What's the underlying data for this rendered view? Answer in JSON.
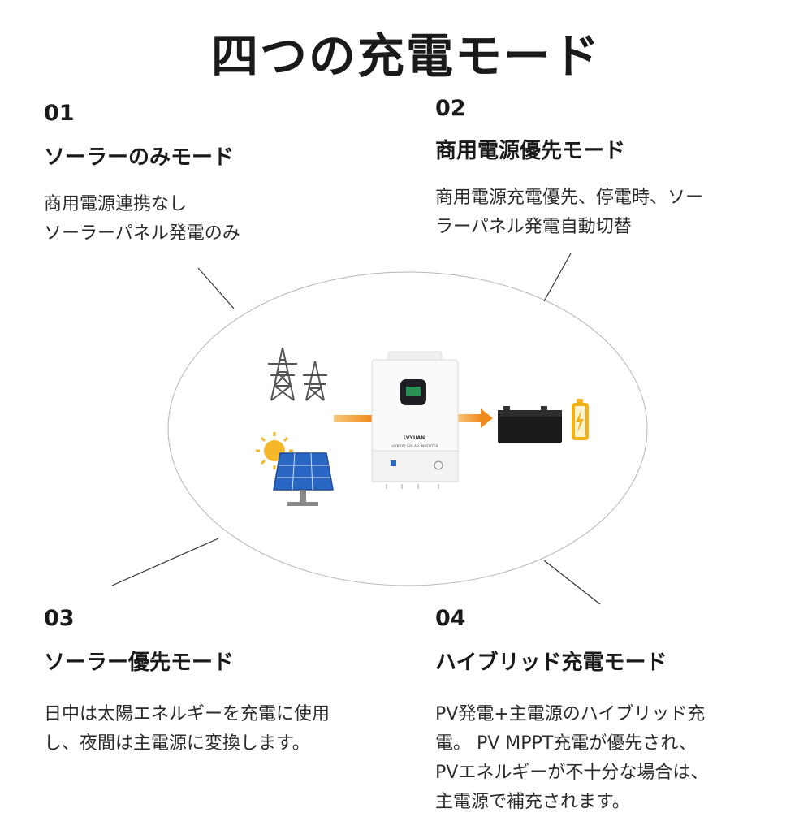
{
  "title": "四つの充電モード",
  "modes": [
    {
      "number": "01",
      "heading": "ソーラーのみモード",
      "lines": [
        "商用電源連携なし",
        "ソーラーパネル発電のみ"
      ]
    },
    {
      "number": "02",
      "heading": "商用電源優先モード",
      "lines": [
        "商用電源充電優先、停電時、ソー",
        "ラーパネル発電自動切替"
      ]
    },
    {
      "number": "03",
      "heading": "ソーラー優先モード",
      "lines": [
        "日中は太陽エネルギーを充電に使用",
        "し、夜間は主電源に変換します。"
      ]
    },
    {
      "number": "04",
      "heading": "ハイブリッド充電モード",
      "lines": [
        "PV発電+主電源のハイブリッド充",
        "電。 PV MPPT充電が優先され、",
        "PVエネルギーが不十分な場合は、",
        "主電源で補充されます。"
      ]
    }
  ],
  "inverter": {
    "brand": "LVYUAN",
    "model_label": "HYBRID SOLAR INVERTER"
  },
  "icons": [
    "power-tower-icon",
    "solar-panel-icon",
    "sun-icon",
    "inverter-icon",
    "battery-icon",
    "charging-battery-icon",
    "arrow-icon"
  ],
  "colors": {
    "arrow": "#f08a1c",
    "battery_badge": "#f3b21b",
    "solar_panel": "#2a66c4",
    "sun": "#f5b82a"
  }
}
